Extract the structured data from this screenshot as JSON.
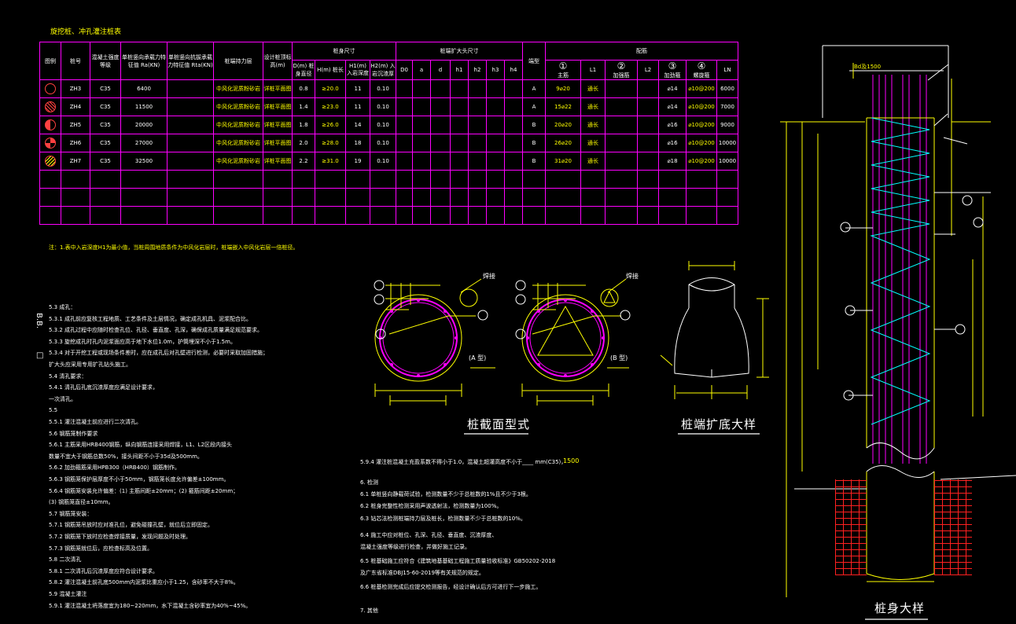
{
  "table": {
    "title": "旋挖桩、冲孔灌注桩表",
    "headers": {
      "legend": "图例",
      "pile_no": "桩号",
      "concrete": "混凝土强度等级",
      "ra": "单桩竖向承载力特征值 Ra(KN)",
      "rta": "单桩竖向抗拔承载力特征值 Rta(KN)",
      "bearing_layer": "桩端持力层",
      "design_top": "设计桩顶标高(m)",
      "pile_size": "桩身尺寸",
      "enlarge_size": "桩端扩大头尺寸",
      "end_type": "端型",
      "reinforcement": "配筋",
      "d": "D(m) 桩身直径",
      "h": "H(m) 桩长",
      "h1": "H1(m) 入岩深度",
      "h2": "H2(m) 入岩沉渣厚",
      "d0": "D0",
      "a": "a",
      "dd": "d",
      "hh1": "h1",
      "hh2": "h2",
      "hh3": "h3",
      "hh4": "h4",
      "c1": "①",
      "l1": "L1",
      "c2": "②",
      "c2sub": "加强筋",
      "l2": "L2",
      "c3": "③",
      "c3sub": "加劲箍",
      "c4": "④",
      "c4sub": "螺旋箍",
      "ln": "LN",
      "c1sub": "主筋"
    },
    "rows": [
      {
        "no": "ZH3",
        "c": "C35",
        "ra": "6400",
        "layer": "中风化泥质粉砂岩",
        "top": "详桩平面图",
        "d": "0.8",
        "h": "≥20.0",
        "h1": "11",
        "h2": "0.10",
        "type": "A",
        "r1": "9⌀20",
        "l1": "通长",
        "r3": "⌀14",
        "r4": "⌀10@200",
        "ln": "6000"
      },
      {
        "no": "ZH4",
        "c": "C35",
        "ra": "11500",
        "layer": "中风化泥质粉砂岩",
        "top": "详桩平面图",
        "d": "1.4",
        "h": "≥23.0",
        "h1": "11",
        "h2": "0.10",
        "type": "A",
        "r1": "15⌀22",
        "l1": "通长",
        "r3": "⌀14",
        "r4": "⌀10@200",
        "ln": "7000"
      },
      {
        "no": "ZH5",
        "c": "C35",
        "ra": "20000",
        "layer": "中风化泥质粉砂岩",
        "top": "详桩平面图",
        "d": "1.8",
        "h": "≥26.0",
        "h1": "14",
        "h2": "0.10",
        "type": "B",
        "r1": "20⌀20",
        "l1": "通长",
        "r3": "⌀16",
        "r4": "⌀10@200",
        "ln": "9000"
      },
      {
        "no": "ZH6",
        "c": "C35",
        "ra": "27000",
        "layer": "中风化泥质粉砂岩",
        "top": "详桩平面图",
        "d": "2.0",
        "h": "≥28.0",
        "h1": "18",
        "h2": "0.10",
        "type": "B",
        "r1": "26⌀20",
        "l1": "通长",
        "r3": "⌀16",
        "r4": "⌀10@200",
        "ln": "10000"
      },
      {
        "no": "ZH7",
        "c": "C35",
        "ra": "32500",
        "layer": "中风化泥质粉砂岩",
        "top": "详桩平面图",
        "d": "2.2",
        "h": "≥31.0",
        "h1": "19",
        "h2": "0.10",
        "type": "B",
        "r1": "31⌀20",
        "l1": "通长",
        "r3": "⌀18",
        "r4": "⌀10@200",
        "ln": "10000"
      }
    ],
    "note": "注：1.表中入岩深度H1为最小值，当桩周围地质条件为中风化岩层时，桩端嵌入中风化岩层一倍桩径。"
  },
  "notes_left": [
    "5.3   成孔：",
    "5.3.1  成孔前应复核工程地质、工艺条件及土层情况，确定成孔机具、泥浆配合比。",
    "5.3.2  成孔过程中应随时检查孔位、孔径、垂直度、孔深，确保成孔质量满足规范要求。",
    "5.3.3  旋挖成孔时孔内泥浆面应高于地下水位1.0m，护筒埋深不小于1.5m。",
    "5.3.4  对于开挖工程或现场条件差时，应在成孔后对孔壁进行检测，必要时采取加固措施；",
    "        扩大头应采用专用扩孔钻头施工。",
    "5.4   清孔要求：",
    "5.4.1  清孔后孔底沉渣厚度应满足设计要求，",
    "        一次清孔。",
    "5.5",
    "5.5.1  灌注混凝土前应进行二次清孔。",
    "5.6   钢筋笼制作要求",
    "5.6.1  主筋采用HRB400钢筋，纵向钢筋连接采用焊接，L1、L2区段内接头",
    "        数量不宜大于钢筋总数50%，接头间距不小于35d及500mm。",
    "5.6.2  加劲箍筋采用HPB300（HRB400）钢筋制作。",
    "5.6.3  钢筋笼保护层厚度不小于50mm，钢筋笼长度允许偏差±100mm。",
    "5.6.4  钢筋笼安装允许偏差：(1) 主筋间距±20mm；(2) 箍筋间距±20mm；",
    "        (3) 钢筋笼直径±10mm。",
    "5.7   钢筋笼安装：",
    "5.7.1  钢筋笼吊放时应对准孔位，避免碰撞孔壁，就位后立即固定。",
    "5.7.2  钢筋笼下放时应检查焊接质量，发现问题及时处理。",
    "5.7.3  钢筋笼就位后，应检查标高及位置。",
    "5.8   二次清孔",
    "5.8.1  二次清孔后沉渣厚度应符合设计要求。",
    "5.8.2  灌注混凝土前孔底500mm内泥浆比重应小于1.25，含砂率不大于8%。",
    "5.9   混凝土灌注",
    "5.9.1  灌注混凝土坍落度宜为180~220mm，水下混凝土含砂率宜为40%~45%。"
  ],
  "notes_right": [
    "5.9.4  灌注桩混凝土充盈系数不得小于1.0，混凝土超灌高度不小于____ mm(C35)，",
    "6. 检测",
    "6.1  单桩竖向静载荷试验，检测数量不少于总桩数的1%且不少于3根。",
    "6.2  桩身完整性检测采用声波透射法，检测数量为100%。",
    "6.3  钻芯法检测桩端持力层及桩长，检测数量不少于总桩数的10%。",
    "6.4  施工中应对桩位、孔深、孔径、垂直度、沉渣厚度、",
    "     混凝土强度等级进行检查，并做好施工记录。",
    "6.5  桩基础施工应符合《建筑地基基础工程施工质量验收标准》GB50202-2018",
    "     及广东省标准DBJ15-60-2019等有关规范的规定。",
    "6.6  桩基检测完成后应提交检测报告，经设计确认后方可进行下一步施工。",
    "7. 其他"
  ],
  "section_labels": {
    "section_a": "(A  型)",
    "section_b": "(B  型)",
    "section_title": "桩截面型式",
    "base_title": "桩端扩底大样",
    "body_title": "桩身大样",
    "hoop": "焊接",
    "value_1500": "1500",
    "pile_top_label": "Bd及1500"
  },
  "colors": {
    "magenta": "#ff00ff",
    "yellow": "#ffff00",
    "cyan": "#00ffff",
    "red": "#ff2020",
    "green": "#00ff00"
  }
}
